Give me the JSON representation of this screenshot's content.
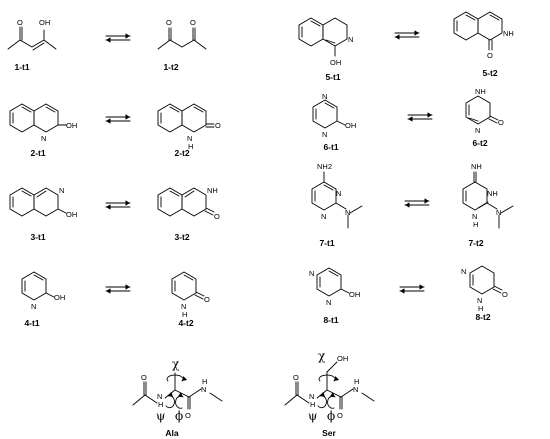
{
  "atoms": {
    "OH": "OH",
    "O": "O",
    "N": "N",
    "H": "H",
    "NH": "NH",
    "NH2": "NH2",
    "chi": "χ",
    "psi": "ψ",
    "phi": "ϕ"
  },
  "labels": {
    "t1_1": "1-t1",
    "t1_2": "1-t2",
    "t2_1": "2-t1",
    "t2_2": "2-t2",
    "t3_1": "3-t1",
    "t3_2": "3-t2",
    "t4_1": "4-t1",
    "t4_2": "4-t2",
    "t5_1": "5-t1",
    "t5_2": "5-t2",
    "t6_1": "6-t1",
    "t6_2": "6-t2",
    "t7_1": "7-t1",
    "t7_2": "7-t2",
    "t8_1": "8-t1",
    "t8_2": "8-t2",
    "ala": "Ala",
    "ser": "Ser"
  }
}
